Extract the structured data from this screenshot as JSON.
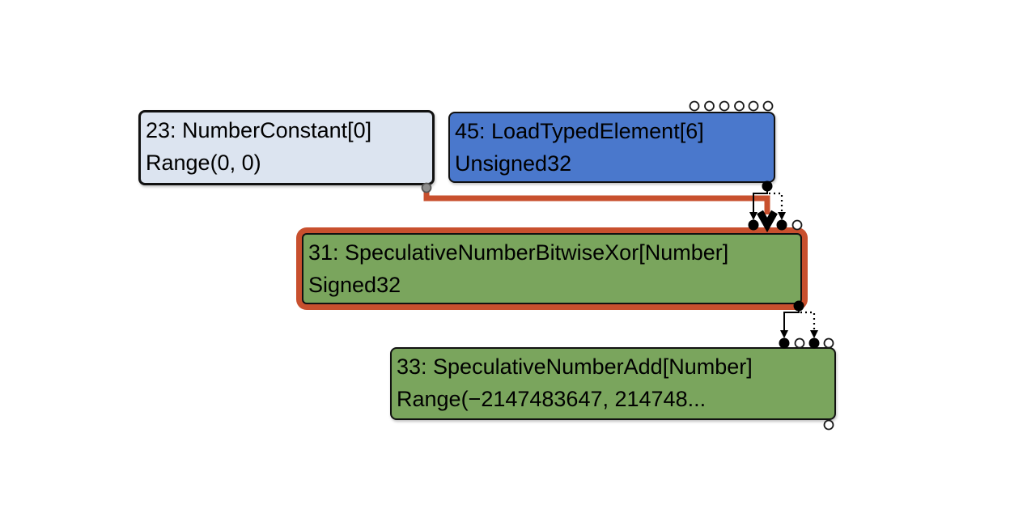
{
  "colors": {
    "background": "#ffffff",
    "node_constant_fill": "#dce4f0",
    "node_load_fill": "#4a78cc",
    "node_green_fill": "#7aa55d",
    "selection": "#c8502e",
    "edge": "#000000"
  },
  "nodes": [
    {
      "id": "23",
      "title": "23: NumberConstant[0]",
      "subtitle": "Range(0, 0)",
      "selected": false
    },
    {
      "id": "45",
      "title": "45: LoadTypedElement[6]",
      "subtitle": "Unsigned32",
      "selected": false,
      "hidden_input_ports": 6
    },
    {
      "id": "31",
      "title": "31: SpeculativeNumberBitwiseXor[Number]",
      "subtitle": "Signed32",
      "selected": true
    },
    {
      "id": "33",
      "title": "33: SpeculativeNumberAdd[Number]",
      "subtitle": "Range(−2147483647, 214748...",
      "selected": false
    }
  ],
  "edges": [
    {
      "from": "23",
      "to": "31",
      "kind": "value",
      "selected": true
    },
    {
      "from": "45",
      "to": "31",
      "kind": "value",
      "selected": false
    },
    {
      "from": "45",
      "to": "31",
      "kind": "effect",
      "selected": false
    },
    {
      "from": "31",
      "to": "33",
      "kind": "value",
      "selected": false
    },
    {
      "from": "31",
      "to": "33",
      "kind": "effect",
      "selected": false
    }
  ]
}
